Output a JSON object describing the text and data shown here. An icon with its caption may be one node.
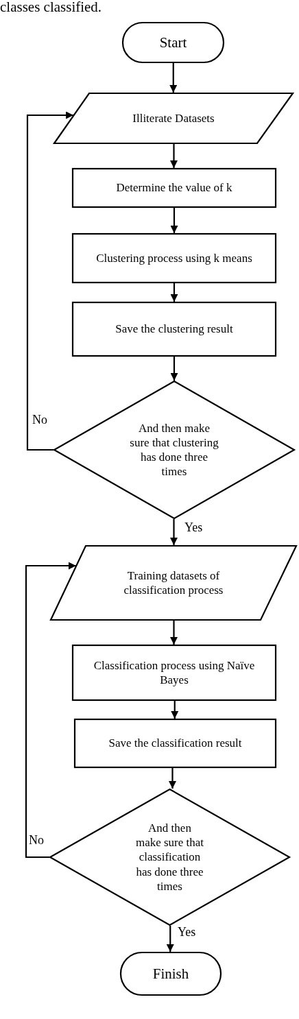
{
  "diagram": {
    "nodes": [
      {
        "text": [
          "Start"
        ]
      },
      {
        "text": [
          "Illiterate Datasets"
        ]
      },
      {
        "text": [
          "Determine the value of k"
        ]
      },
      {
        "text": [
          "Clustering process using k means"
        ]
      },
      {
        "text": [
          "Save the clustering result"
        ]
      },
      {
        "text": [
          "And then make sure that clustering has done three times"
        ]
      },
      {
        "text": [
          "Training datasets of classification process"
        ]
      },
      {
        "text": [
          "Classification process using Naïve Bayes"
        ]
      },
      {
        "text": [
          "Save the classification result"
        ]
      },
      {
        "text": [
          "And then make sure that classification has done three times"
        ]
      },
      {
        "text": [
          "Finish"
        ]
      }
    ],
    "edges": [
      {
        "from": 0,
        "to": 1,
        "arrow": "to"
      },
      {
        "from": 1,
        "to": 2,
        "arrow": "to"
      },
      {
        "from": 2,
        "to": 3,
        "arrow": "to"
      },
      {
        "from": 3,
        "to": 4,
        "arrow": "to"
      },
      {
        "from": 4,
        "to": 5,
        "arrow": "to"
      },
      {
        "from": 5,
        "to": 1,
        "arrow": "to",
        "label": "No"
      },
      {
        "from": 5,
        "to": 6,
        "arrow": "to",
        "label": "Yes"
      },
      {
        "from": 6,
        "to": 7,
        "arrow": "to"
      },
      {
        "from": 7,
        "to": 8,
        "arrow": "to"
      },
      {
        "from": 8,
        "to": 9,
        "arrow": "to"
      },
      {
        "from": 9,
        "to": 6,
        "arrow": "to",
        "label": "No"
      },
      {
        "from": 9,
        "to": 10,
        "arrow": "to",
        "label": "Yes"
      }
    ],
    "labels": [
      "classes classified."
    ]
  }
}
